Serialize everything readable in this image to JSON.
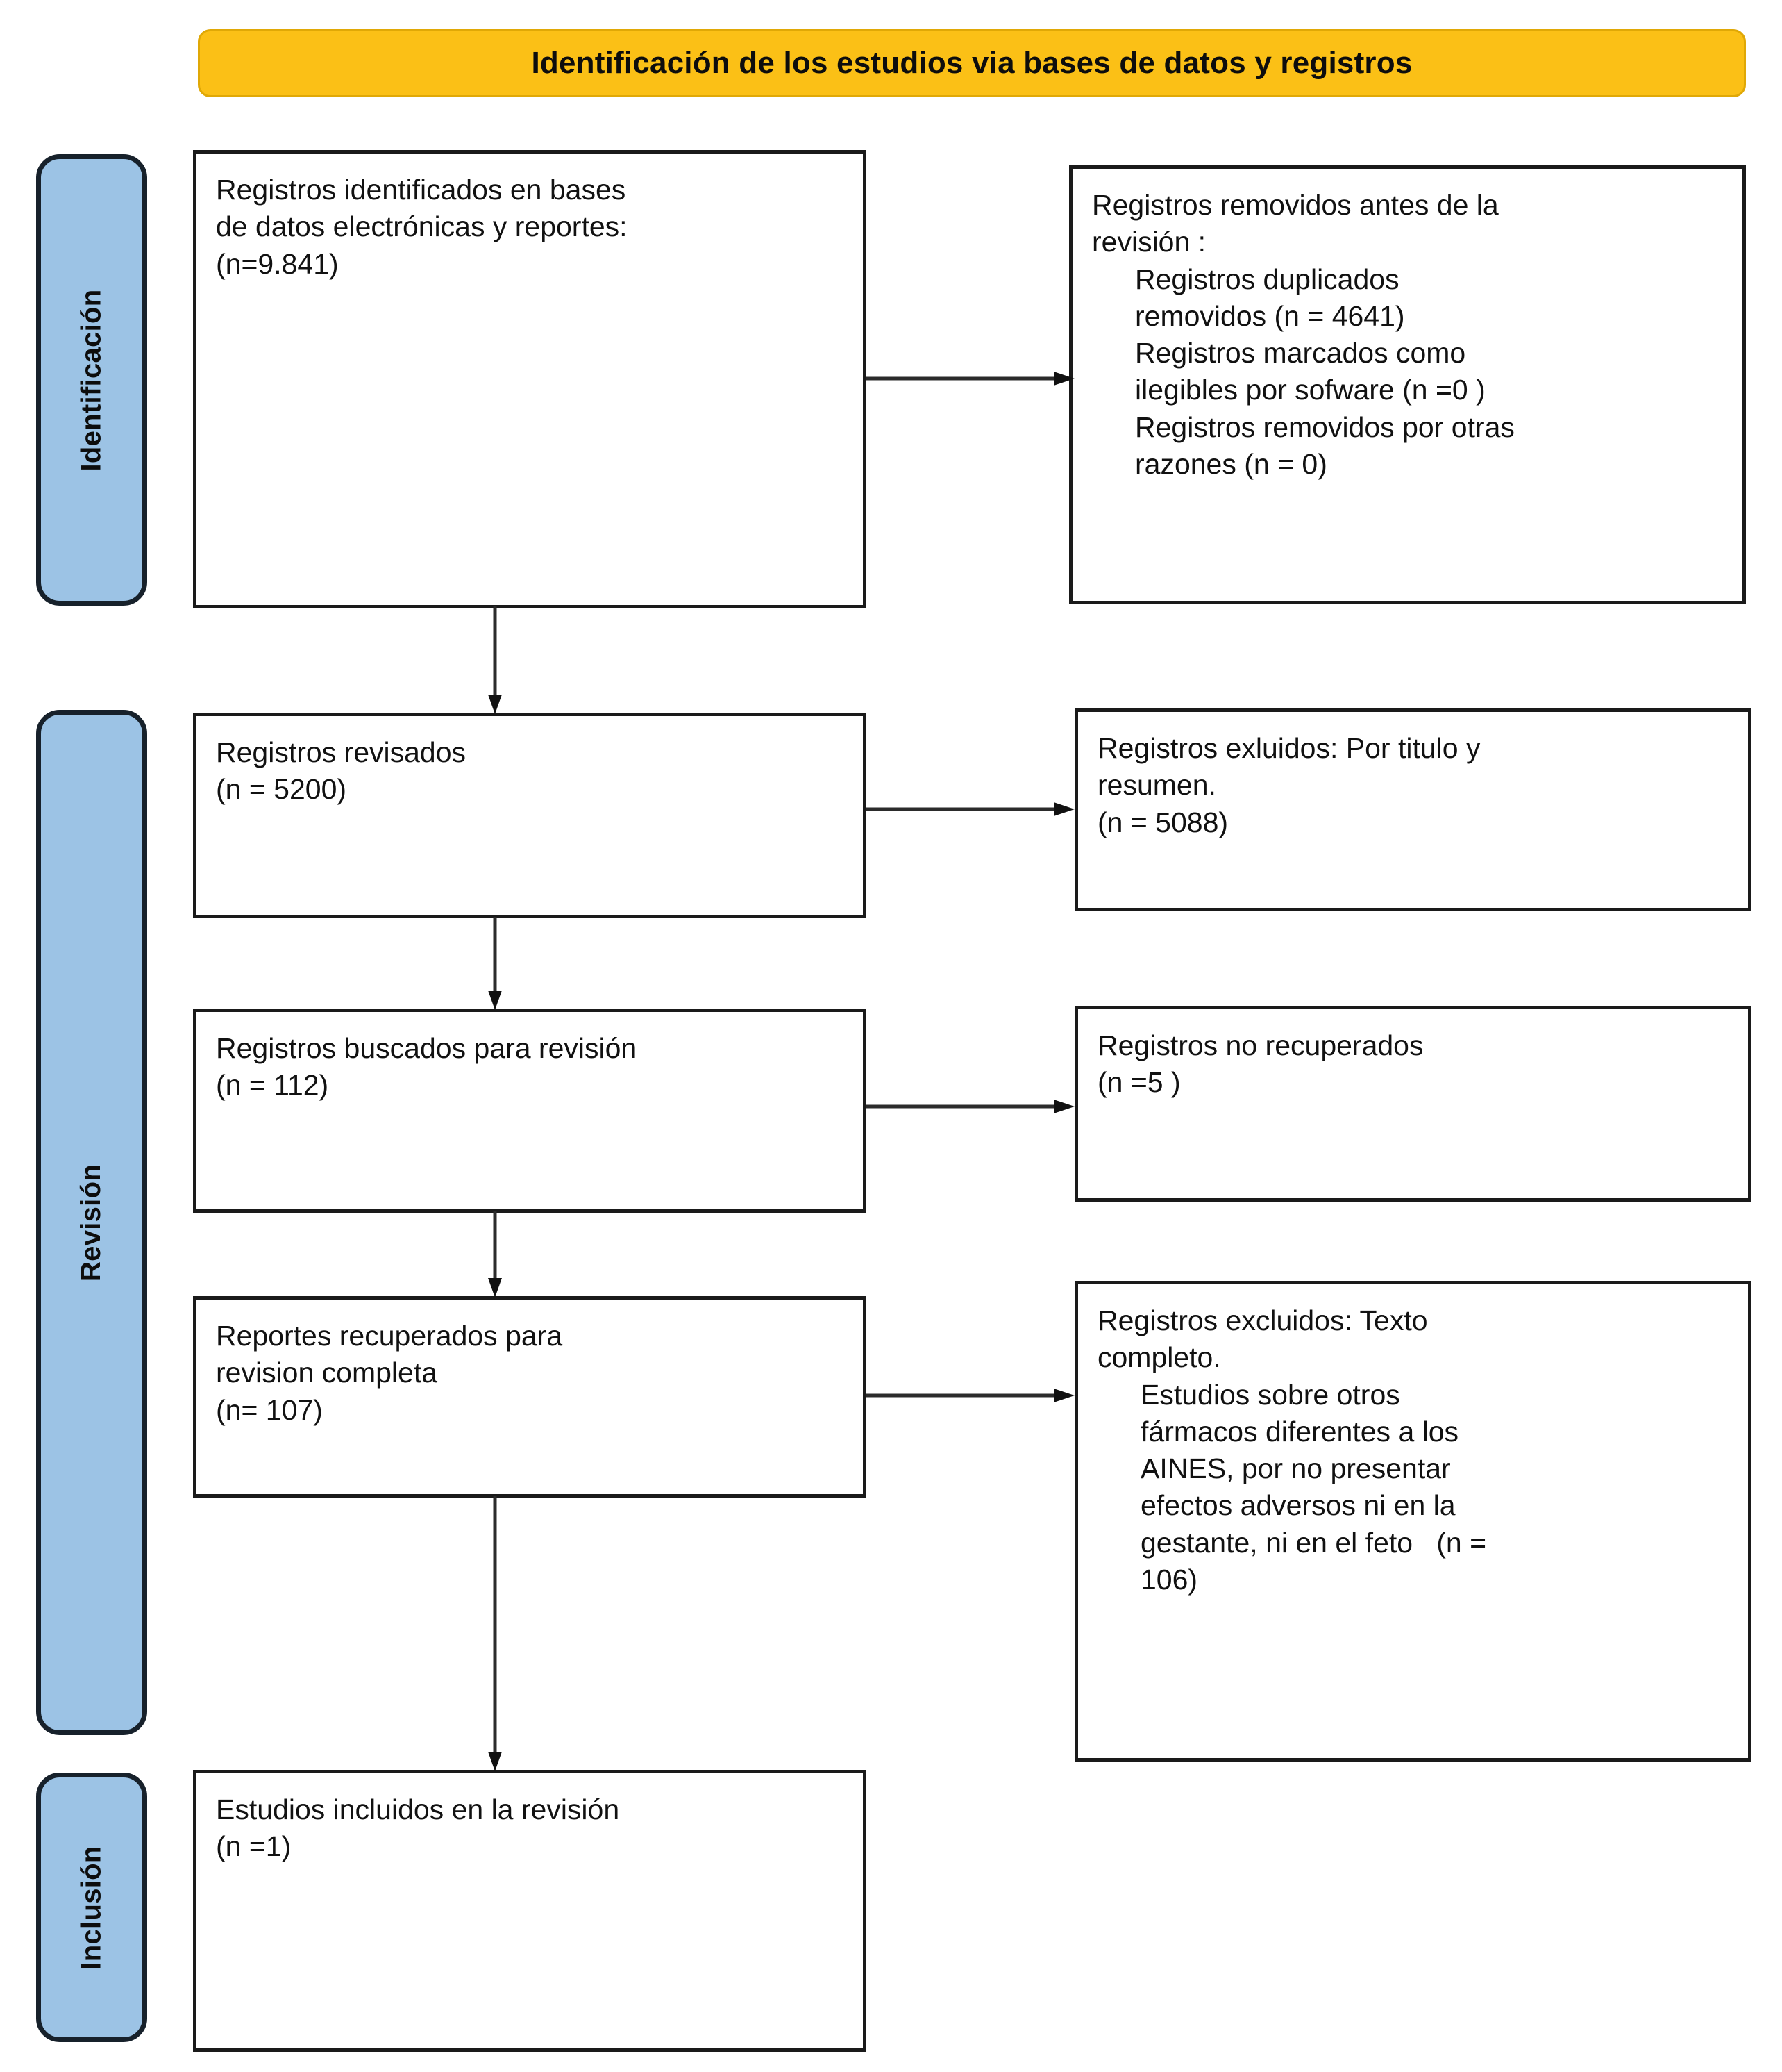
{
  "header": {
    "title": "Identificación de los estudios via bases de datos y registros",
    "background_color": "#FBC016",
    "text_color": "#0D0D0D"
  },
  "stages": {
    "accent_color": "#9CC3E5",
    "border_color": "#17212B",
    "items": [
      {
        "label": "Identificación"
      },
      {
        "label": "Revisión"
      },
      {
        "label": "Inclusión"
      }
    ]
  },
  "boxes": {
    "identificados": {
      "line1": "Registros identificados en bases",
      "line2": "de datos electrónicas y reportes:",
      "line3": "(n=9.841)"
    },
    "removidos": {
      "line1": "Registros removidos antes de la",
      "line2": "revisión :",
      "sub1": "Registros duplicados",
      "sub2": "removidos (n = 4641)",
      "sub3": "Registros marcados como",
      "sub4": "ilegibles por sofware (n =0 )",
      "sub5": "Registros removidos por otras",
      "sub6": "razones (n = 0)"
    },
    "revisados": {
      "line1": "Registros revisados",
      "line2": "(n = 5200)"
    },
    "exluidos": {
      "line1": "Registros exluidos: Por titulo y",
      "line2": "resumen.",
      "line3": "(n = 5088)"
    },
    "buscados": {
      "line1": "Registros buscados para revisión",
      "line2": "(n = 112)"
    },
    "norecuperados": {
      "line1": "Registros no recuperados",
      "line2": "(n =5 )"
    },
    "reportes": {
      "line1": "Reportes recuperados para",
      "line2": "revision completa",
      "line3": "(n= 107)"
    },
    "textocompleto": {
      "line1": "Registros excluidos: Texto",
      "line2": "completo.",
      "sub1": "Estudios sobre otros",
      "sub2": "fármacos diferentes a los",
      "sub3": "AINES, por no presentar",
      "sub4": "efectos adversos ni en la",
      "sub5": "gestante, ni en el feto   (n =",
      "sub6": "106)"
    },
    "incluidos": {
      "line1": "Estudios incluidos en la revisión",
      "line2": "(n =1)"
    }
  },
  "chart_data": {
    "type": "diagram",
    "title": "Identificación de los estudios via bases de datos y registros",
    "diagram_kind": "PRISMA flow diagram",
    "stages": [
      "Identificación",
      "Revisión",
      "Inclusión"
    ],
    "nodes": [
      {
        "id": "identificados",
        "stage": "Identificación",
        "label": "Registros identificados en bases de datos electrónicas y reportes",
        "n": 9841
      },
      {
        "id": "removidos",
        "stage": "Identificación",
        "label": "Registros removidos antes de la revisión",
        "n": null
      },
      {
        "id": "dup_removidos",
        "stage": "Identificación",
        "label": "Registros duplicados removidos",
        "n": 4641
      },
      {
        "id": "ilegibles",
        "stage": "Identificación",
        "label": "Registros marcados como ilegibles por sofware",
        "n": 0
      },
      {
        "id": "otras_razones",
        "stage": "Identificación",
        "label": "Registros removidos por otras razones",
        "n": 0
      },
      {
        "id": "revisados",
        "stage": "Revisión",
        "label": "Registros revisados",
        "n": 5200
      },
      {
        "id": "exluidos",
        "stage": "Revisión",
        "label": "Registros exluidos: Por titulo y resumen.",
        "n": 5088
      },
      {
        "id": "buscados",
        "stage": "Revisión",
        "label": "Registros buscados para revisión",
        "n": 112
      },
      {
        "id": "norecuperados",
        "stage": "Revisión",
        "label": "Registros no recuperados",
        "n": 5
      },
      {
        "id": "reportes",
        "stage": "Revisión",
        "label": "Reportes recuperados para revision completa",
        "n": 107
      },
      {
        "id": "textocompleto",
        "stage": "Revisión",
        "label": "Registros excluidos: Texto completo. Estudios sobre otros fármacos diferentes a los AINES, por no presentar efectos adversos ni en la gestante, ni en el feto",
        "n": 106
      },
      {
        "id": "incluidos",
        "stage": "Inclusión",
        "label": "Estudios incluidos en la revisión",
        "n": 1
      }
    ],
    "edges": [
      {
        "from": "identificados",
        "to": "removidos",
        "direction": "right"
      },
      {
        "from": "identificados",
        "to": "revisados",
        "direction": "down"
      },
      {
        "from": "revisados",
        "to": "exluidos",
        "direction": "right"
      },
      {
        "from": "revisados",
        "to": "buscados",
        "direction": "down"
      },
      {
        "from": "buscados",
        "to": "norecuperados",
        "direction": "right"
      },
      {
        "from": "buscados",
        "to": "reportes",
        "direction": "down"
      },
      {
        "from": "reportes",
        "to": "textocompleto",
        "direction": "right"
      },
      {
        "from": "reportes",
        "to": "incluidos",
        "direction": "down"
      }
    ]
  }
}
